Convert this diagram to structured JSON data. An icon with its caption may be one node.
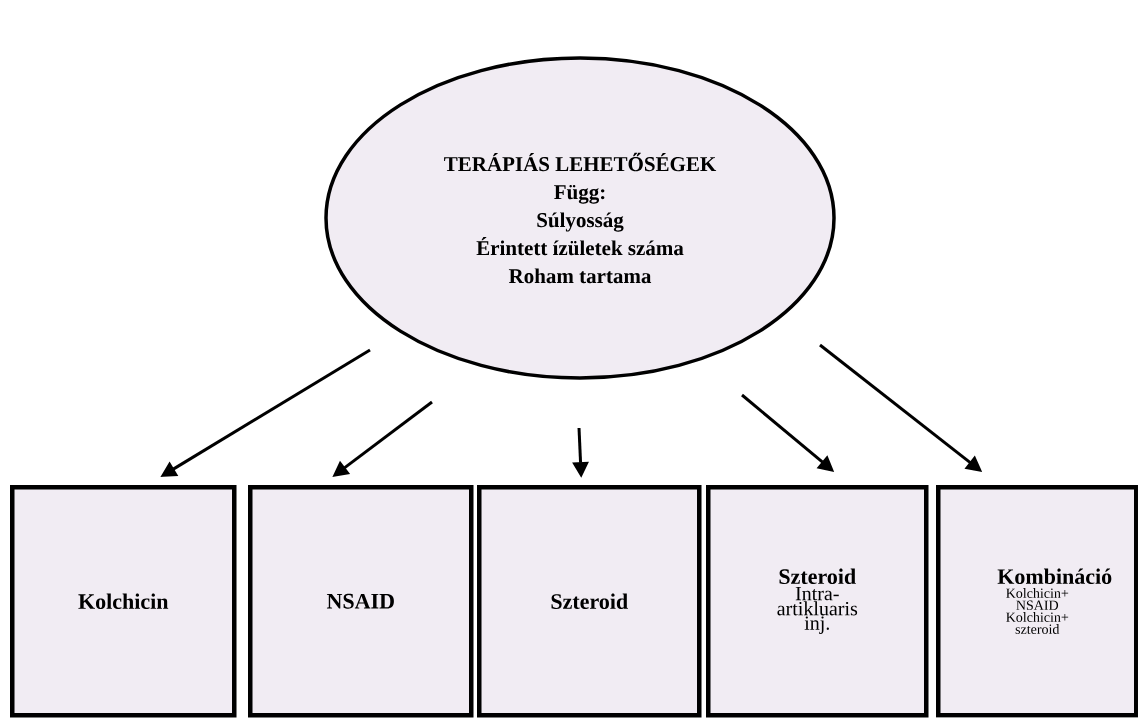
{
  "diagram": {
    "nodes": [
      {
        "text": [
          "TERÁPIÁS LEHETŐSÉGEK",
          "Függ:",
          "Súlyosság",
          "Érintett ízületek száma",
          "Roham tartama"
        ]
      },
      {
        "text": [
          "Kolchicin"
        ]
      },
      {
        "text": [
          "NSAID"
        ]
      },
      {
        "text": [
          "Szteroid"
        ]
      },
      {
        "text": [
          "Szteroid",
          "Intra-artikluaris inj."
        ]
      },
      {
        "text": [
          "Kombináció",
          "Kolchicin+ NSAID",
          "Kolchicin+ szteroid"
        ]
      }
    ],
    "edges": [
      {
        "from": 0,
        "to": 1,
        "arrow": "to"
      },
      {
        "from": 0,
        "to": 2,
        "arrow": "to"
      },
      {
        "from": 0,
        "to": 3,
        "arrow": "to"
      },
      {
        "from": 0,
        "to": 4,
        "arrow": "to"
      },
      {
        "from": 0,
        "to": 5,
        "arrow": "to"
      }
    ]
  }
}
